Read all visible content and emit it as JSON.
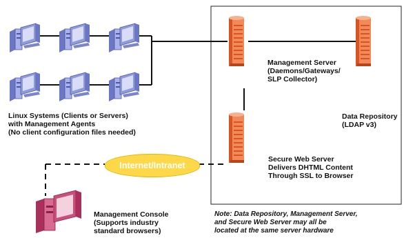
{
  "labels": {
    "linux_systems": "Linux Systems (Clients or Servers)\nwith Management Agents\n(No client configuration files needed)",
    "management_server": "Management Server\n(Daemons/Gateways/\nSLP Collector)",
    "data_repository": "Data Repository\n(LDAP v3)",
    "secure_web_server": "Secure Web Server\nDelivers DHTML Content\nThrough SSL to Browser",
    "internet": "Internet/Intranet",
    "management_console": "Management Console\n(Supports industry\nstandard browsers)",
    "note": "Note: Data Repository, Management Server,\nand Secure Web Server may all be\nlocated at the same server hardware"
  },
  "icons": {
    "client": "desktop-computer-icon",
    "server": "server-tower-icon",
    "console": "desktop-computer-icon"
  },
  "colors": {
    "client": "#8f9ad9",
    "server": "#f08a5a",
    "console": "#c8507a",
    "cloud": "#ffd84a"
  }
}
